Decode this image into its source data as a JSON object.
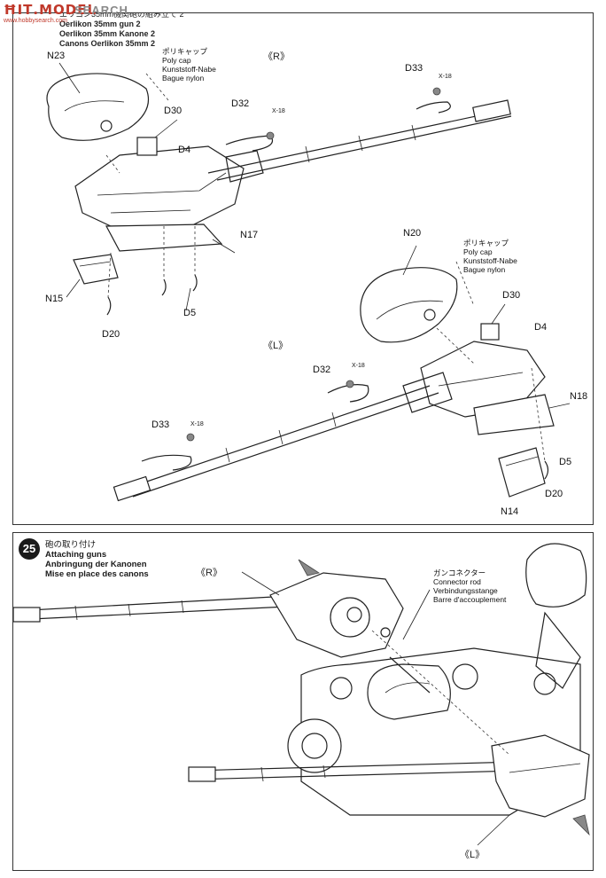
{
  "watermark": {
    "logo": "ĦΙΤ.MODEL",
    "search": "SEARCH",
    "url": "www.hobbysearch.com"
  },
  "top_panel": {
    "title_jp": "エリコン35mm機関砲の組み立て 2",
    "title_en": "Oerlikon 35mm gun 2",
    "title_de": "Oerlikon 35mm Kanone 2",
    "title_fr": "Canons Oerlikon 35mm 2",
    "side_right": "《R》",
    "side_left": "《L》",
    "polycap_right": {
      "jp": "ポリキャップ",
      "en": "Poly cap",
      "de": "Kunststoff-Nabe",
      "fr": "Bague nylon"
    },
    "polycap_left": {
      "jp": "ポリキャップ",
      "en": "Poly cap",
      "de": "Kunststoff-Nabe",
      "fr": "Bague nylon"
    },
    "parts_right": {
      "n23": "N23",
      "d30": "D30",
      "d4": "D4",
      "d32": "D32",
      "x18_a": "X-18",
      "d33": "D33",
      "x18_b": "X-18",
      "n17": "N17",
      "n15": "N15",
      "d5": "D5",
      "d20": "D20"
    },
    "parts_left": {
      "n20": "N20",
      "d30": "D30",
      "d4": "D4",
      "d32": "D32",
      "x18_a": "X-18",
      "d33": "D33",
      "x18_b": "X-18",
      "n18": "N18",
      "d5": "D5",
      "d20": "D20",
      "n14": "N14"
    }
  },
  "bottom_panel": {
    "step_number": "25",
    "title_jp": "砲の取り付け",
    "title_en": "Attaching guns",
    "title_de": "Anbringung der Kanonen",
    "title_fr": "Mise en place des canons",
    "side_right": "《R》",
    "side_left": "《L》",
    "connector": {
      "jp": "ガンコネクター",
      "en": "Connector rod",
      "de": "Verbindungsstange",
      "fr": "Barre d'accouplement"
    }
  }
}
